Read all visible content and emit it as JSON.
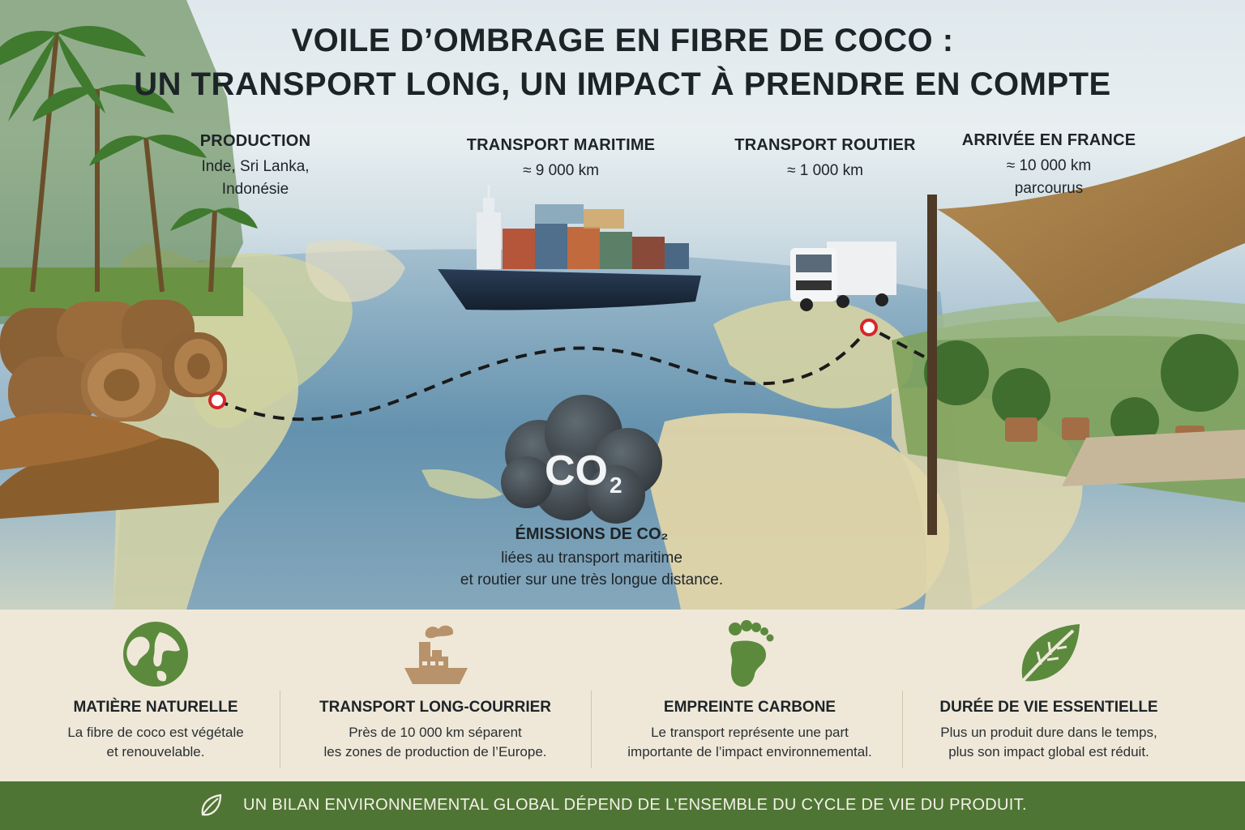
{
  "title": {
    "line1": "VOILE D’OMBRAGE EN FIBRE DE COCO :",
    "line2": "UN TRANSPORT LONG, UN IMPACT À PRENDRE EN COMPTE"
  },
  "stages": {
    "production": {
      "label": "PRODUCTION",
      "line1": "Inde, Sri Lanka,",
      "line2": "Indonésie"
    },
    "maritime": {
      "label": "TRANSPORT MARITIME",
      "line1": "≈ 9 000 km"
    },
    "road": {
      "label": "TRANSPORT ROUTIER",
      "line1": "≈ 1 000 km"
    },
    "arrival": {
      "label": "ARRIVÉE EN FRANCE",
      "line1": "≈ 10 000 km",
      "line2": "parcourus"
    }
  },
  "co2": {
    "cloud_label": "CO",
    "cloud_sub": "2",
    "title": "ÉMISSIONS DE CO₂",
    "line1": "liées au transport maritime",
    "line2": "et routier sur une très longue distance."
  },
  "benefits": [
    {
      "icon": "globe-icon",
      "title": "MATIÈRE NATURELLE",
      "line1": "La fibre de coco est végétale",
      "line2": "et renouvelable."
    },
    {
      "icon": "cargo-ship-icon",
      "title": "TRANSPORT LONG-COURRIER",
      "line1": "Près de 10 000 km séparent",
      "line2": "les zones de production de l’Europe."
    },
    {
      "icon": "footprint-icon",
      "title": "EMPREINTE CARBONE",
      "line1": "Le transport représente une part",
      "line2": "importante de l’impact environnemental."
    },
    {
      "icon": "leaf-icon",
      "title": "DURÉE DE VIE ESSENTIELLE",
      "line1": "Plus un produit dure dans le temps,",
      "line2": "plus son impact global est réduit."
    }
  ],
  "footer": {
    "icon": "leaf-icon",
    "text": "UN BILAN ENVIRONNEMENTAL GLOBAL DÉPEND DE L’ENSEMBLE DU CYCLE DE VIE DU PRODUIT."
  },
  "colors": {
    "accent_green": "#4f7535",
    "icon_green": "#5b8a3c",
    "icon_tan": "#b8926a",
    "route_marker": "#d6262b",
    "panel_beige": "#efe8d9"
  }
}
